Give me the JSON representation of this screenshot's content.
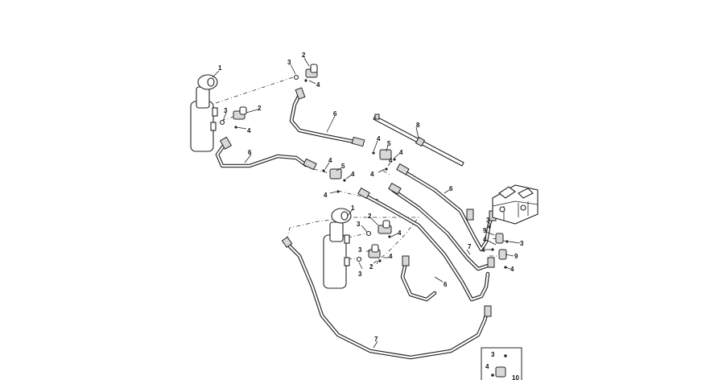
{
  "diagram": {
    "callouts": {
      "c1a": "1",
      "c1b": "1",
      "c2a": "2",
      "c2b": "2",
      "c2c": "2",
      "c2d": "2",
      "c3a": "3",
      "c3b": "3",
      "c3c": "3",
      "c3d": "3",
      "c3e": "3",
      "c3f": "3",
      "c3g": "3",
      "c3h": "3",
      "c4a": "4",
      "c4b": "4",
      "c4c": "4",
      "c4d": "4",
      "c4e": "4",
      "c4f": "4",
      "c4g": "4",
      "c4h": "4",
      "c4i": "4",
      "c4j": "4",
      "c4k": "4",
      "c4l": "4",
      "c4m": "4",
      "c4n": "4",
      "c4o": "4",
      "c5a": "5",
      "c5b": "5",
      "c6a": "6",
      "c6b": "6",
      "c6c": "6",
      "c6d": "6",
      "c7a": "7",
      "c7b": "7",
      "c8": "8",
      "c9a": "9",
      "c9b": "9",
      "c10": "10"
    }
  }
}
